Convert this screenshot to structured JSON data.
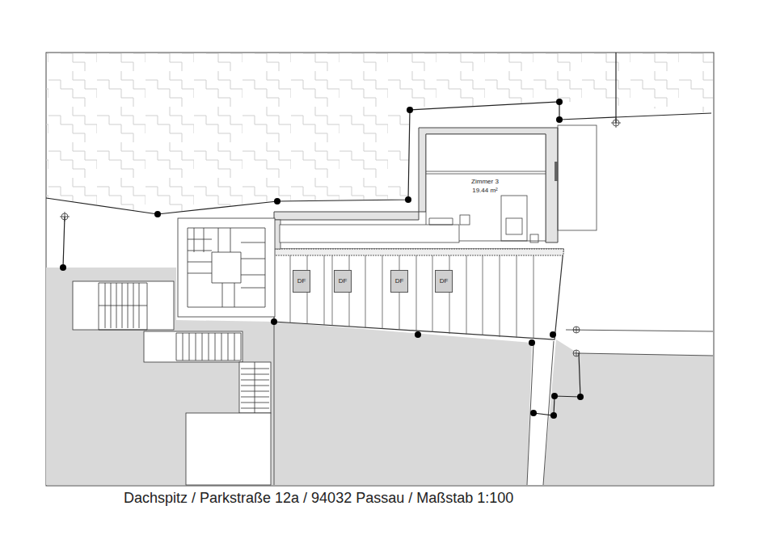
{
  "diagram": {
    "caption": "Dachspitz / Parkstraße 12a / 94032 Passau / Maßstab 1:100",
    "nodes": [
      {
        "text": [
          "Zimmer 3",
          "19.44 m²"
        ]
      },
      {
        "text": [
          "DF"
        ]
      },
      {
        "text": [
          "DF"
        ]
      },
      {
        "text": [
          "DF"
        ]
      },
      {
        "text": [
          "DF"
        ]
      }
    ]
  }
}
